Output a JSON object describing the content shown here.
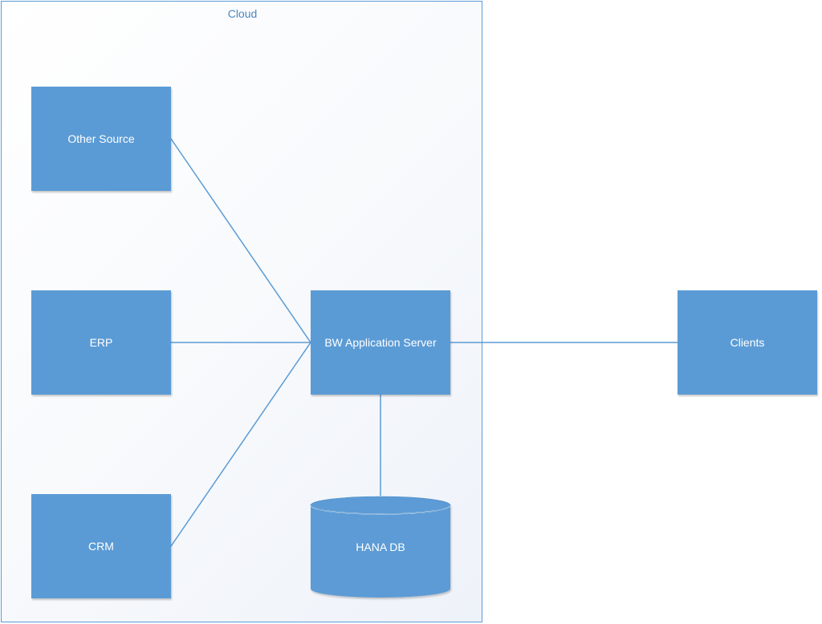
{
  "diagram": {
    "container": {
      "label": "Cloud"
    },
    "nodes": {
      "other_source": "Other Source",
      "erp": "ERP",
      "crm": "CRM",
      "bw_app_server": "BW Application Server",
      "hana_db": "HANA DB",
      "clients": "Clients"
    },
    "colors": {
      "node_fill": "#5b9bd5",
      "node_text": "#ffffff",
      "container_border": "#5b9bd5",
      "container_label": "#4a86c0",
      "connector": "#5b9bd5"
    },
    "edges": [
      {
        "from": "Other Source",
        "to": "BW Application Server"
      },
      {
        "from": "ERP",
        "to": "BW Application Server"
      },
      {
        "from": "CRM",
        "to": "BW Application Server"
      },
      {
        "from": "BW Application Server",
        "to": "HANA DB"
      },
      {
        "from": "BW Application Server",
        "to": "Clients"
      }
    ]
  }
}
